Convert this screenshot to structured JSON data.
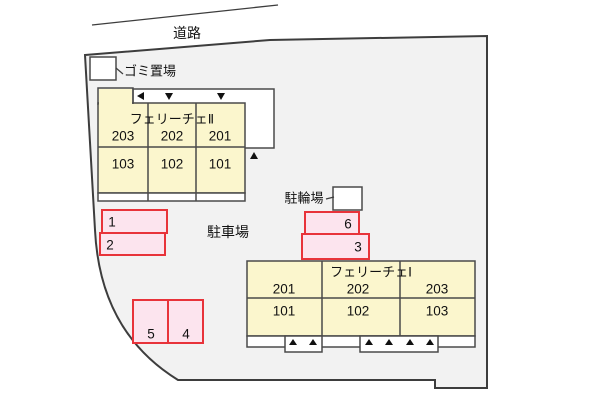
{
  "road": {
    "label": "道路"
  },
  "garbage_area": {
    "label": "ゴミ置場"
  },
  "bicycle_parking": {
    "label": "駐輪場"
  },
  "parking_lot": {
    "label": "駐車場"
  },
  "buildings": [
    {
      "id": "felice-2",
      "name": "フェリーチェⅡ",
      "upper_units": [
        "203",
        "202",
        "201"
      ],
      "lower_units": [
        "103",
        "102",
        "101"
      ]
    },
    {
      "id": "felice-1",
      "name": "フェリーチェⅠ",
      "upper_units": [
        "201",
        "202",
        "203"
      ],
      "lower_units": [
        "101",
        "102",
        "103"
      ]
    }
  ],
  "parking_spaces": [
    {
      "number": "1"
    },
    {
      "number": "2"
    },
    {
      "number": "3"
    },
    {
      "number": "4"
    },
    {
      "number": "5"
    },
    {
      "number": "6"
    }
  ],
  "icons": {
    "entrance_up": "▲",
    "entrance_down": "▼",
    "entrance_left": "◀"
  },
  "colors": {
    "outline": "#3d3d3d",
    "property_fill": "#f2f2f2",
    "building_fill": "#fbf6cd",
    "building_border": "#4a4a4a",
    "parking_fill": "#fce4ee",
    "parking_border": "#e8333a",
    "text": "#111111",
    "white": "#ffffff"
  }
}
